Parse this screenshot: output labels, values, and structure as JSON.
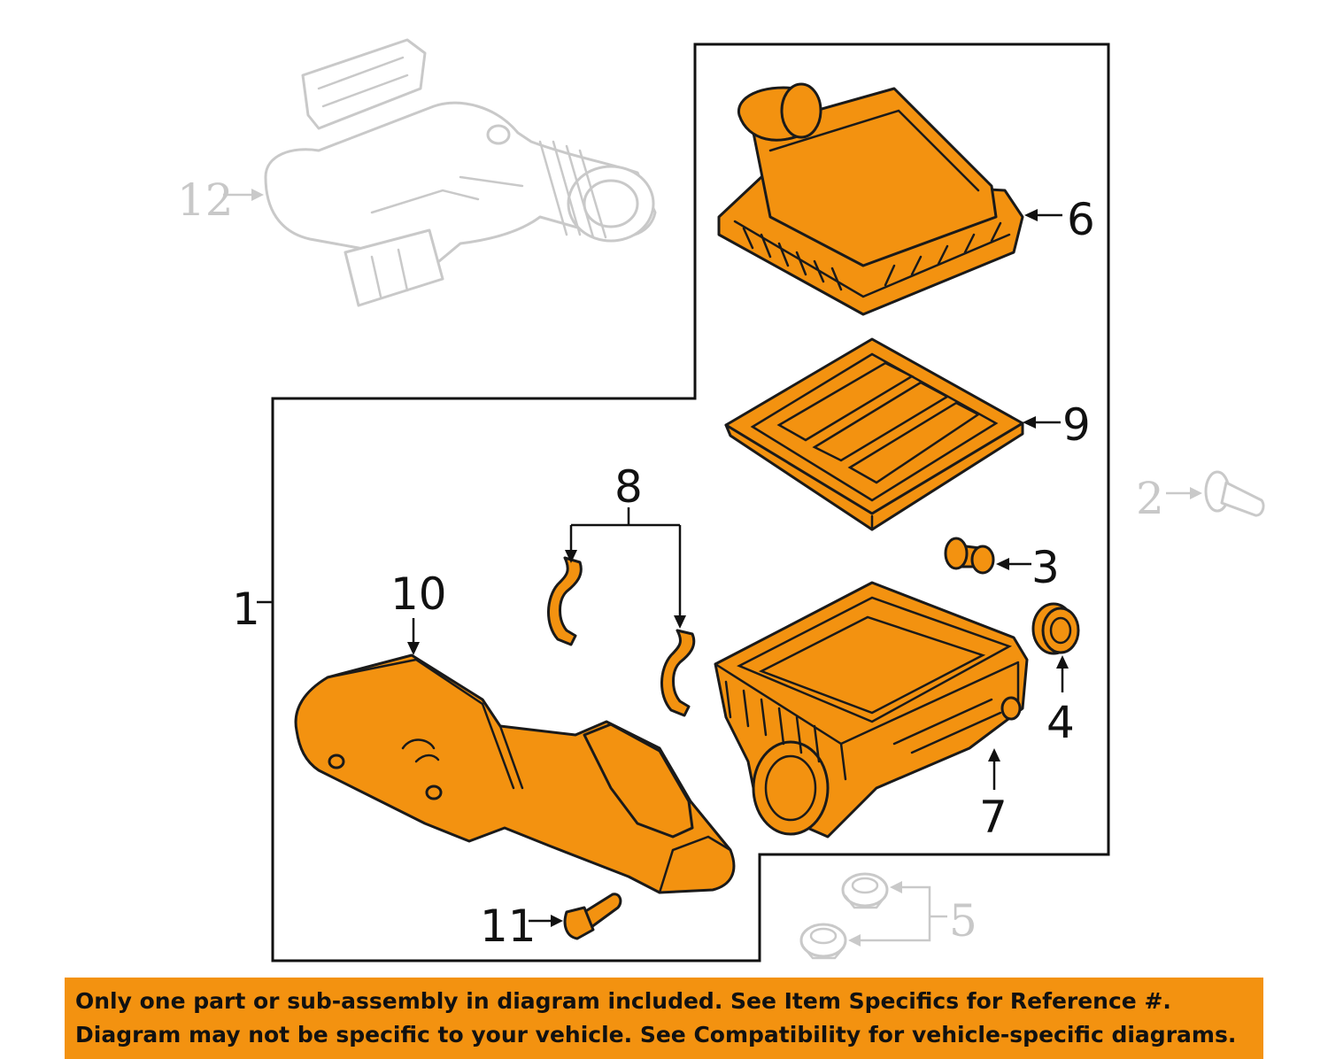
{
  "callouts": {
    "c1": "1",
    "c2": "2",
    "c3": "3",
    "c4": "4",
    "c5": "5",
    "c6": "6",
    "c7": "7",
    "c8": "8",
    "c9": "9",
    "c10": "10",
    "c11": "11",
    "c12": "12"
  },
  "colors": {
    "part_fill": "#f39210",
    "ghost_stroke": "#c9c9c9",
    "banner": "#f39210"
  },
  "disclaimer": {
    "line1": "Only one part or sub-assembly in diagram included. See Item Specifics for Reference #.",
    "line2": "Diagram may not be specific to your vehicle. See Compatibility for vehicle-specific diagrams."
  }
}
